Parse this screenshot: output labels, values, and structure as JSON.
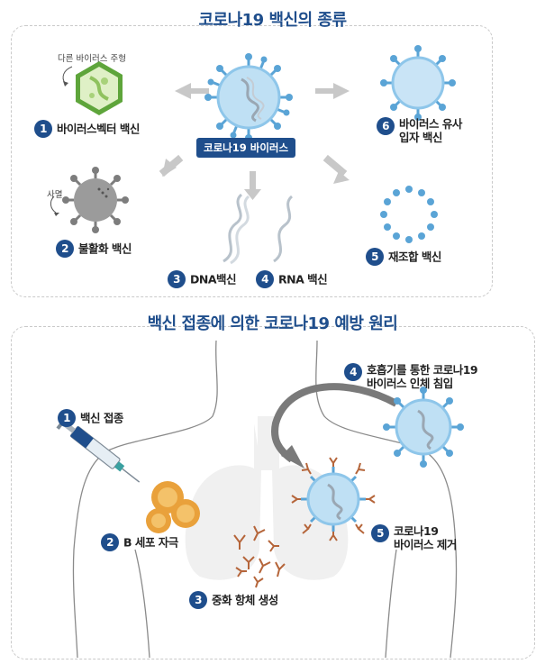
{
  "top": {
    "title": "코로나19 백신의 종류",
    "center_label": "코로나19 바이러스",
    "items": [
      {
        "num": "1",
        "label": "바이러스벡터 백신",
        "note": "다른 바이러스 주형"
      },
      {
        "num": "2",
        "label": "불활화 백신",
        "note": "사멸"
      },
      {
        "num": "3",
        "label": "DNA백신"
      },
      {
        "num": "4",
        "label": "RNA 백신"
      },
      {
        "num": "5",
        "label": "재조합 백신"
      },
      {
        "num": "6",
        "label_line1": "바이러스 유사",
        "label_line2": "입자 백신"
      }
    ]
  },
  "bottom": {
    "title": "백신 접종에 의한 코로나19 예방 원리",
    "steps": [
      {
        "num": "1",
        "label": "백신 접종"
      },
      {
        "num": "2",
        "label": "B 세포 자극"
      },
      {
        "num": "3",
        "label": "중화 항체 생성"
      },
      {
        "num": "4",
        "label_line1": "호흡기를 통한 코로나19",
        "label_line2": "바이러스 인체 침입"
      },
      {
        "num": "5",
        "label_line1": "코로나19",
        "label_line2": "바이러스 제거"
      }
    ]
  },
  "colors": {
    "accent": "#1f4e8c",
    "virus": "#8ec6ea",
    "spike": "#5aa4d6",
    "cell": "#e9a13b",
    "antibody": "#b5653a"
  }
}
